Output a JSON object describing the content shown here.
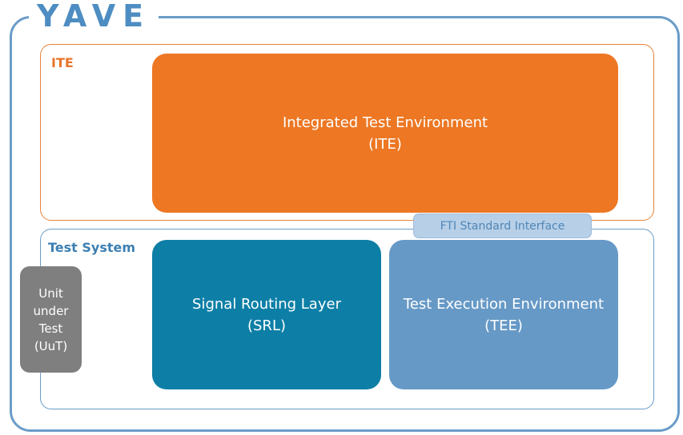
{
  "logo": {
    "text": "YAVE"
  },
  "ite_group": {
    "label": "ITE"
  },
  "ite_box": {
    "line1": "Integrated Test Environment",
    "line2": "(ITE)"
  },
  "interface": {
    "label": "FTI Standard Interface"
  },
  "test_system": {
    "label": "Test System"
  },
  "srl_box": {
    "line1": "Signal Routing Layer",
    "line2": "(SRL)"
  },
  "tee_box": {
    "line1": "Test Execution Environment",
    "line2": "(TEE)"
  },
  "uut_box": {
    "lines": [
      "Unit",
      "under",
      "Test",
      "(UuT)"
    ]
  },
  "colors": {
    "frame": "#6a9cc8",
    "ite": "#ed7723",
    "srl": "#0d7fa6",
    "tee": "#6699c6",
    "uut": "#7f7f7f",
    "interface": "#b7cfe7"
  }
}
